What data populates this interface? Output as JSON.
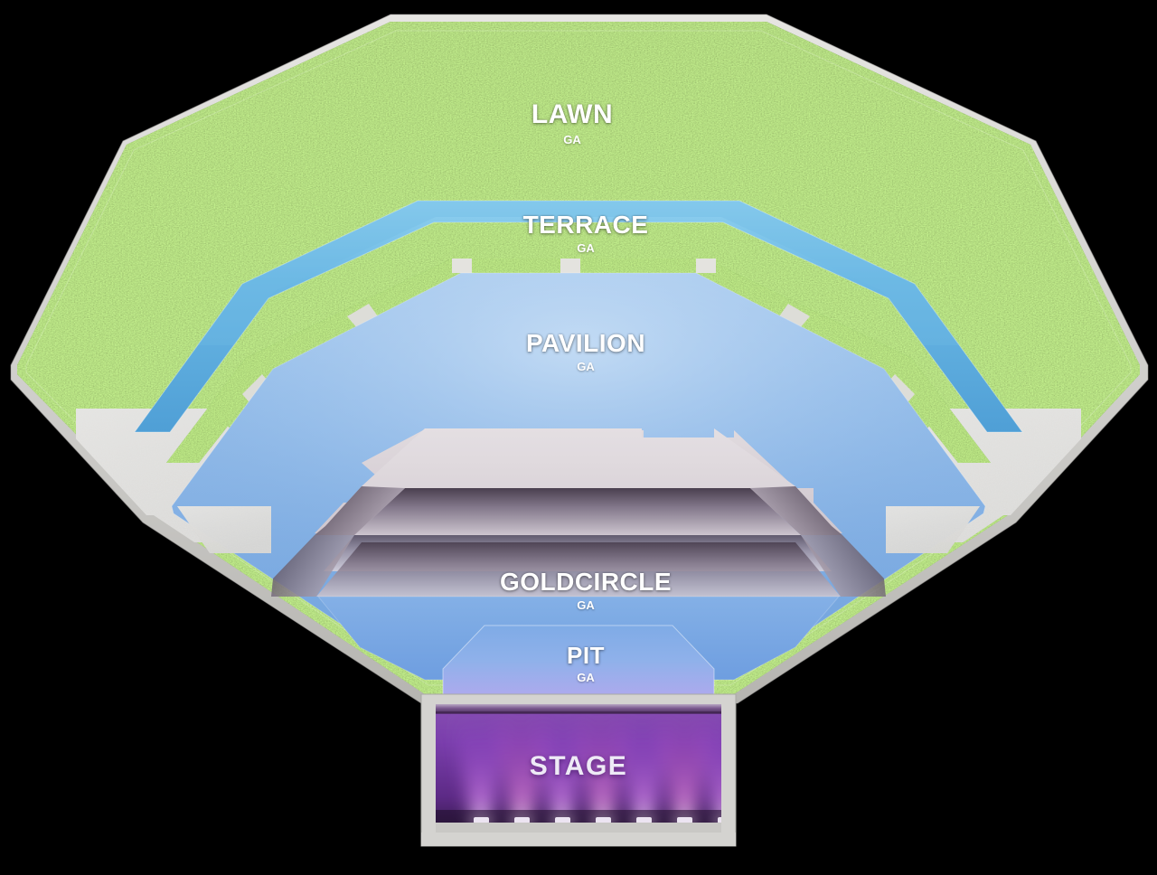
{
  "map": {
    "title": "Venue Seating Map",
    "type": "amphitheater-seating-chart",
    "background_color": "#000000"
  },
  "sections": [
    {
      "id": "lawn",
      "name": "LAWN",
      "subtitle": "GA",
      "surface": "grass",
      "color": "#5d9140"
    },
    {
      "id": "terrace",
      "name": "TERRACE",
      "subtitle": "GA",
      "surface": "seating",
      "color": "#58a8dd"
    },
    {
      "id": "pavilion",
      "name": "PAVILION",
      "subtitle": "GA",
      "surface": "seating",
      "color": "#8fb8e8"
    },
    {
      "id": "goldcircle",
      "name": "GOLDCIRCLE",
      "subtitle": "GA",
      "surface": "seating",
      "color": "#7ba8e4"
    },
    {
      "id": "pit",
      "name": "PIT",
      "subtitle": "GA",
      "surface": "standing",
      "color": "#9ba9ea"
    },
    {
      "id": "stage",
      "name": "STAGE",
      "subtitle": "",
      "surface": "stage",
      "color": "#8f3fc4"
    }
  ],
  "colors": {
    "grass_light": "#6fa84b",
    "grass_mid": "#588f38",
    "grass_dark": "#3d6b28",
    "terrace_blue": "#58a8dd",
    "pavilion_blue": "#8fb8e8",
    "goldcircle_blue": "#7ba8e4",
    "pit_blue": "#8fb4e8",
    "pit_purple": "#a59ce8",
    "concrete": "#c9c9c7",
    "concrete_light": "#e2e1dd",
    "riser_light": "#d9d2dc",
    "riser_dark": "#4e4352",
    "rim_gray": "#cfcfcd",
    "stage_purple": "#8f3fc4",
    "stage_magenta": "#d06fd8",
    "stage_dark": "#2a1330",
    "label_white": "#ffffff"
  },
  "stage_lights": {
    "count": 7,
    "beam_color": "#c56ae0",
    "fixture_color": "#f2eaf6"
  }
}
